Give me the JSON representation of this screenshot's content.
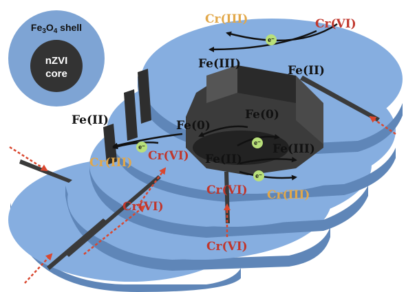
{
  "inset": {
    "shell_main": "Fe",
    "shell_sub1": "3",
    "shell_mid": "O",
    "shell_sub2": "4",
    "shell_rest": " shell",
    "core_line1": "nZVI",
    "core_line2": "core"
  },
  "labels": {
    "cr_iii_top": "Cr(III)",
    "cr_vi_top": "Cr(VI)",
    "fe_iii_top": "Fe(III)",
    "fe_ii_top": "Fe(II)",
    "fe_0_right": "Fe(0)",
    "fe_0_left": "Fe(0)",
    "fe_ii_left": "Fe(II)",
    "fe_iii_right": "Fe(III)",
    "cr_iii_left": "Cr(III)",
    "cr_vi_left": "Cr(VI)",
    "fe_ii_center": "Fe(II)",
    "cr_vi_center": "Cr(VI)",
    "cr_iii_right": "Cr(III)",
    "cr_vi_mid": "Cr(VI)",
    "cr_vi_bottom": "Cr(VI)",
    "electron": "e⁻"
  },
  "colors": {
    "shell": "#7ea4d4",
    "core": "#333333",
    "disk_top": "#86aee0",
    "disk_side": "#5f86b8",
    "crack": "#3a3a3a",
    "cr_vi": "#c0362c",
    "cr_iii": "#e2a84a",
    "electron": "#b9e07a"
  }
}
